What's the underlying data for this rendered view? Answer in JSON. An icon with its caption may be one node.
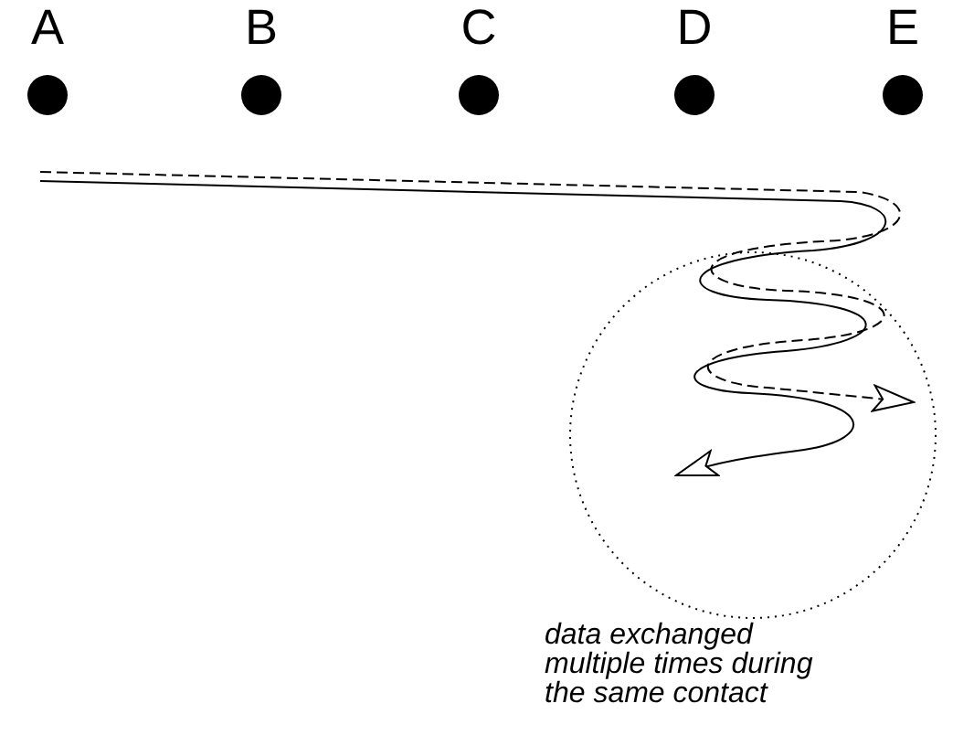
{
  "diagram": {
    "nodes": [
      {
        "text": [
          "A"
        ]
      },
      {
        "text": [
          "B"
        ]
      },
      {
        "text": [
          "C"
        ]
      },
      {
        "text": [
          "D"
        ]
      },
      {
        "text": [
          "E"
        ]
      },
      {
        "text": [],
        "shape": "circle",
        "beside": [
          "data exchanged multiple times during the same contact"
        ]
      }
    ]
  }
}
